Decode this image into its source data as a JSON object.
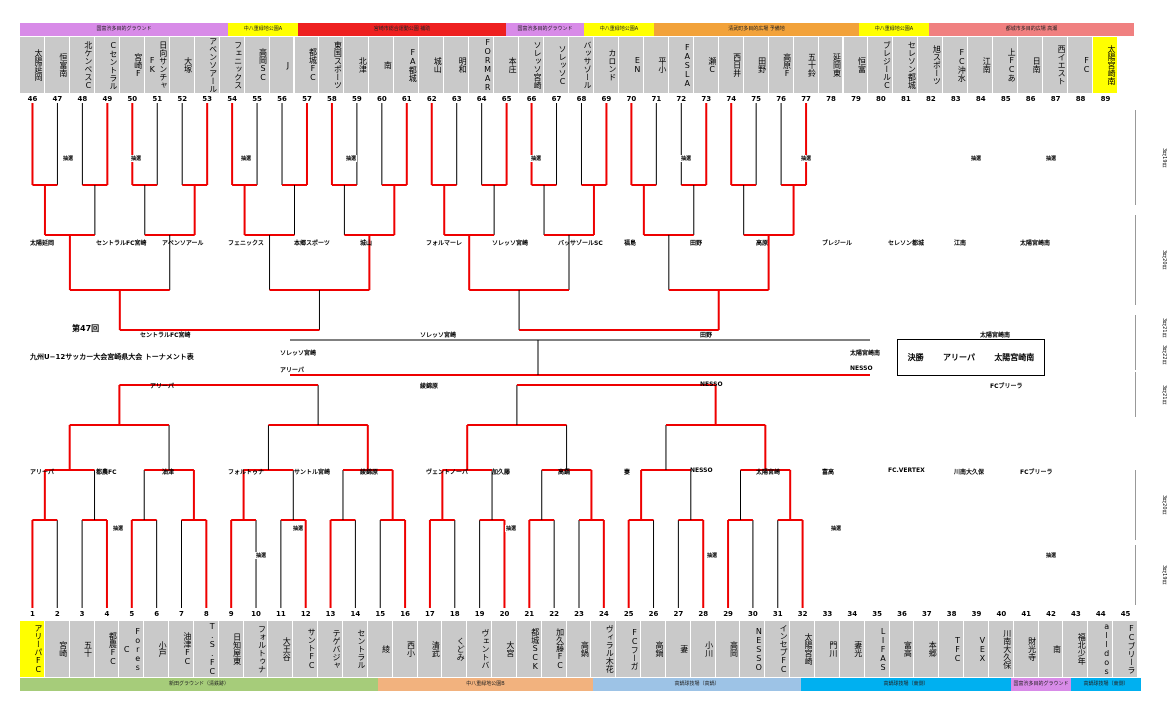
{
  "title": "第47回",
  "subtitle": "九州U−12サッカー大会宮崎県大会 トーナメント表",
  "final_box": {
    "label": "決勝",
    "winner": "アリーパ",
    "runner_up": "太陽宮崎南"
  },
  "top_venues": [
    {
      "name": "国富渋多目的グラウンド",
      "color": "#d88be8"
    },
    {
      "name": "中八重緑地公園A",
      "color": "#ffff00"
    },
    {
      "name": "宮崎市総合運動公園 補助",
      "color": "#ee2020"
    },
    {
      "name": "国富渋多目的グラウンド",
      "color": "#d88be8"
    },
    {
      "name": "中八重緑地公園A",
      "color": "#ffff00"
    },
    {
      "name": "清武町多目的広場 予備地",
      "color": "#f2a23a"
    },
    {
      "name": "中八重緑地公園A",
      "color": "#ffff00"
    },
    {
      "name": "都城市多目的広場 高瀬",
      "color": "#f08080"
    }
  ],
  "bottom_venues": [
    {
      "name": "新田グラウンド（清鉄跡）",
      "color": "#a6cc7a"
    },
    {
      "name": "中八重緑地公園B",
      "color": "#f2b27e"
    },
    {
      "name": "高鍋球技場（高鍋）",
      "color": "#9dc3e6"
    },
    {
      "name": "高鍋球技場（東側）",
      "color": "#00b0f0"
    },
    {
      "name": "国富渋多目的グラウンド",
      "color": "#d88be8"
    },
    {
      "name": "高鍋球技場（東側）",
      "color": "#00b0f0"
    }
  ],
  "top_teams": [
    {
      "n": "46",
      "name": "太陽延岡"
    },
    {
      "n": "47",
      "name": "恒富南"
    },
    {
      "n": "48",
      "name": "北ケンベスC"
    },
    {
      "n": "49",
      "name": "Cセントラル"
    },
    {
      "n": "50",
      "name": "宮崎F"
    },
    {
      "n": "51",
      "name": "日向サンチャFK"
    },
    {
      "n": "52",
      "name": "大塚"
    },
    {
      "n": "53",
      "name": "アベンソアール"
    },
    {
      "n": "54",
      "name": "フェニックス"
    },
    {
      "n": "55",
      "name": "高岡SC"
    },
    {
      "n": "56",
      "name": "J"
    },
    {
      "n": "57",
      "name": "都城FC"
    },
    {
      "n": "58",
      "name": "東国スポーツ"
    },
    {
      "n": "59",
      "name": "北津"
    },
    {
      "n": "60",
      "name": "南"
    },
    {
      "n": "61",
      "name": "FA都城"
    },
    {
      "n": "62",
      "name": "城山"
    },
    {
      "n": "63",
      "name": "明和"
    },
    {
      "n": "64",
      "name": "FORMAR"
    },
    {
      "n": "65",
      "name": "本庄"
    },
    {
      "n": "66",
      "name": "ソレッソ宮崎"
    },
    {
      "n": "67",
      "name": "ソレッソC"
    },
    {
      "n": "68",
      "name": "バッサゾール"
    },
    {
      "n": "69",
      "name": "カロンド"
    },
    {
      "n": "70",
      "name": "EN"
    },
    {
      "n": "71",
      "name": "平小"
    },
    {
      "n": "72",
      "name": "FASLA"
    },
    {
      "n": "73",
      "name": "瀬C"
    },
    {
      "n": "74",
      "name": "西日井"
    },
    {
      "n": "75",
      "name": "田野"
    },
    {
      "n": "76",
      "name": "高原F"
    },
    {
      "n": "77",
      "name": "五十鈴"
    },
    {
      "n": "78",
      "name": "延岡東"
    },
    {
      "n": "79",
      "name": "恒富"
    },
    {
      "n": "80",
      "name": "ブレジールC"
    },
    {
      "n": "81",
      "name": "セレソン都城"
    },
    {
      "n": "82",
      "name": "旭スポーツ"
    },
    {
      "n": "83",
      "name": "FC沖水"
    },
    {
      "n": "84",
      "name": "江南"
    },
    {
      "n": "85",
      "name": "上FCあ"
    },
    {
      "n": "86",
      "name": "日南"
    },
    {
      "n": "87",
      "name": "西イエスト"
    },
    {
      "n": "88",
      "name": "FC"
    },
    {
      "n": "89",
      "name": "太陽宮崎南"
    }
  ],
  "bottom_teams": [
    {
      "n": "1",
      "name": "アリーパFC"
    },
    {
      "n": "2",
      "name": "宮崎"
    },
    {
      "n": "3",
      "name": "五十"
    },
    {
      "n": "4",
      "name": "都農FC"
    },
    {
      "n": "5",
      "name": "Fores C"
    },
    {
      "n": "6",
      "name": "小戸"
    },
    {
      "n": "7",
      "name": "油津FC"
    },
    {
      "n": "8",
      "name": "T.S.FC"
    },
    {
      "n": "9",
      "name": "日知屋東"
    },
    {
      "n": "10",
      "name": "フォルトゥナ"
    },
    {
      "n": "11",
      "name": "大王谷"
    },
    {
      "n": "12",
      "name": "サントFC"
    },
    {
      "n": "13",
      "name": "テゲバジャ"
    },
    {
      "n": "14",
      "name": "セントラル"
    },
    {
      "n": "15",
      "name": "綾"
    },
    {
      "n": "16",
      "name": "西小"
    },
    {
      "n": "17",
      "name": "清武"
    },
    {
      "n": "18",
      "name": "くどみ"
    },
    {
      "n": "19",
      "name": "ヴェントバ"
    },
    {
      "n": "20",
      "name": "大宮"
    },
    {
      "n": "21",
      "name": "都城SCK"
    },
    {
      "n": "22",
      "name": "加久藤FC"
    },
    {
      "n": "23",
      "name": "高鍋"
    },
    {
      "n": "24",
      "name": "ヴィラル木花"
    },
    {
      "n": "25",
      "name": "FCフーガ"
    },
    {
      "n": "26",
      "name": "高鍋"
    },
    {
      "n": "27",
      "name": "妻"
    },
    {
      "n": "28",
      "name": "小川"
    },
    {
      "n": "29",
      "name": "高岡"
    },
    {
      "n": "30",
      "name": "NESSO"
    },
    {
      "n": "31",
      "name": "インセプFC"
    },
    {
      "n": "32",
      "name": "太陽宮崎"
    },
    {
      "n": "33",
      "name": "門川"
    },
    {
      "n": "34",
      "name": "妻光"
    },
    {
      "n": "35",
      "name": "LIFAS"
    },
    {
      "n": "36",
      "name": "富高"
    },
    {
      "n": "37",
      "name": "本郷"
    },
    {
      "n": "38",
      "name": "TFC"
    },
    {
      "n": "39",
      "name": "VEX"
    },
    {
      "n": "40",
      "name": "川南大久保"
    },
    {
      "n": "41",
      "name": "財光寺"
    },
    {
      "n": "42",
      "name": "南"
    },
    {
      "n": "43",
      "name": "福北少年"
    },
    {
      "n": "44",
      "name": "alldos"
    },
    {
      "n": "45",
      "name": "FCブリーラ"
    }
  ],
  "round_labels_top": [
    "太陽延岡",
    "セントラルFC宮崎",
    "アベンソアール",
    "フェニックス",
    "本郷スポーツ",
    "城山",
    "フォルマーレ",
    "ソレッソ宮崎",
    "バッサゾールSC",
    "福島",
    "田野",
    "高原",
    "ブレジール",
    "セレソン都城",
    "江南",
    "太陽宮崎南"
  ],
  "round_labels_bottom": [
    "アリーパ",
    "都農FC",
    "油津",
    "フォルトゥナ",
    "サントル宮崎",
    "綾錦原",
    "ヴェントノーバ",
    "加久藤",
    "高鍋",
    "妻",
    "NESSO",
    "太陽宮崎",
    "富高",
    "FC.VERTEX",
    "川南大久保",
    "FCブリーラ"
  ],
  "mid_labels": [
    "セントラルFC宮崎",
    "ソレッソ宮崎",
    "田野",
    "太陽宮崎南",
    "ソレッソ宮崎",
    "アリーパ",
    "太陽宮崎南",
    "NESSO",
    "アリーパ",
    "綾錦原",
    "NESSO",
    "FCブリーラ"
  ],
  "bye_label": "抽選",
  "side_labels": [
    "3月19日",
    "3月20日",
    "3月21日",
    "3月22日",
    "3月21日",
    "3月20日",
    "3月19日"
  ]
}
